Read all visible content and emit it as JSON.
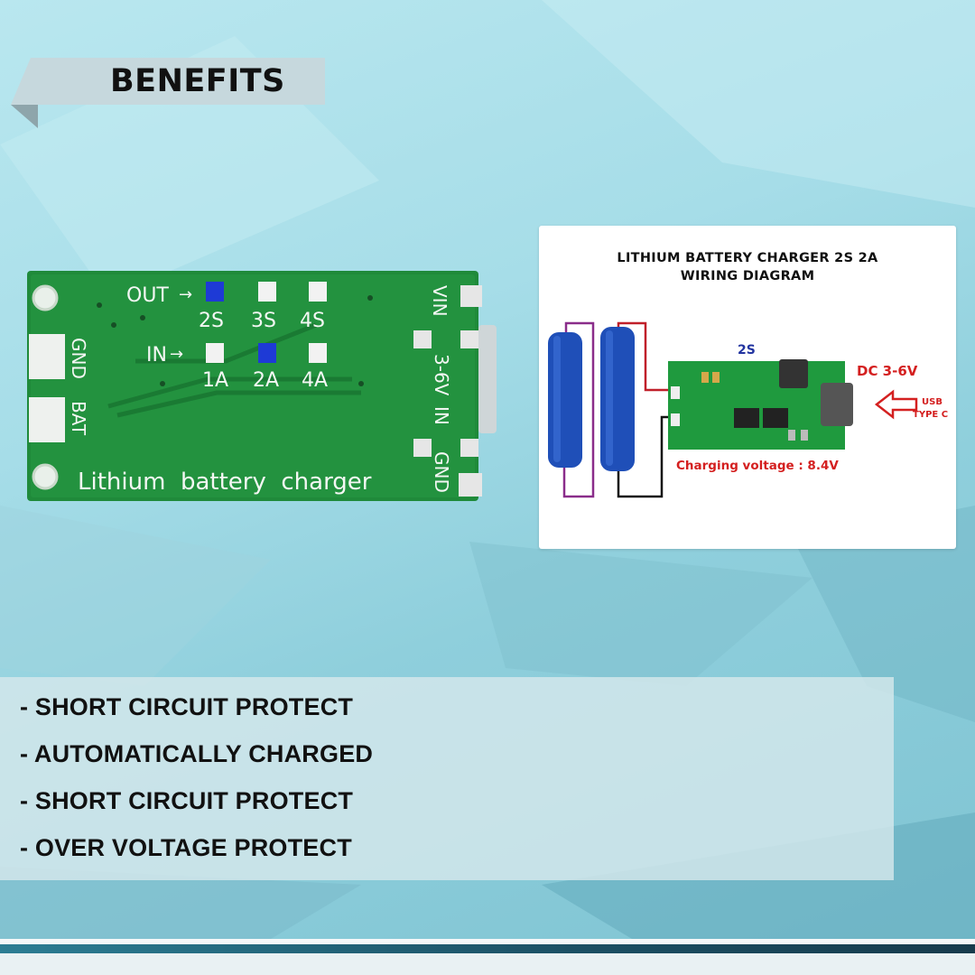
{
  "banner": {
    "title": "BENEFITS"
  },
  "pcb": {
    "out_label": "OUT",
    "in_label": "IN",
    "cell_labels": [
      "2S",
      "3S",
      "4S"
    ],
    "current_labels": [
      "1A",
      "2A",
      "4A"
    ],
    "left_pads": [
      "GND",
      "BAT"
    ],
    "right_labels": [
      "VIN",
      "3-6V",
      "IN",
      "GND"
    ],
    "silkscreen": "Lithium  battery  charger",
    "colors": {
      "board": "#1f8a3a",
      "selected_pad": "#1e3ad6"
    }
  },
  "diagram": {
    "title_line1": "LITHIUM BATTERY CHARGER 2S 2A",
    "title_line2": "WIRING DIAGRAM",
    "series_label": "2S",
    "dc_label": "DC 3-6V",
    "usb_label_line1": "USB",
    "usb_label_line2": "TYPE C",
    "charging_voltage": "Charging voltage : 8.4V",
    "colors": {
      "accent_red": "#d42020",
      "battery_blue": "#1f4fb8"
    }
  },
  "benefits": [
    "- SHORT CIRCUIT PROTECT",
    "- AUTOMATICALLY CHARGED",
    "- SHORT CIRCUIT PROTECT",
    "- OVER VOLTAGE PROTECT"
  ]
}
